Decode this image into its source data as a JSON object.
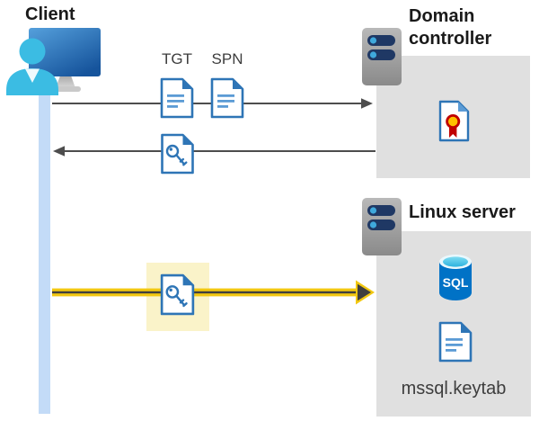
{
  "client": {
    "label": "Client"
  },
  "kdc_exchange": {
    "tgt_label": "TGT",
    "spn_label": "SPN"
  },
  "domain_controller": {
    "label": "Domain controller"
  },
  "linux_server": {
    "label": "Linux server",
    "sql_badge": "SQL",
    "keytab_label": "mssql.keytab"
  },
  "icons": {
    "client_computer": "monitor-icon",
    "client_user": "person-icon",
    "lifeline": "client-lifeline-bar",
    "tgt_document": "text-document-icon",
    "spn_document": "text-document-icon",
    "service_ticket": "key-document-icon",
    "highlighted_ticket": "key-document-icon",
    "domain_controller_server": "server-icon",
    "certificate": "certificate-ribbon-document-icon",
    "linux_server_host": "server-icon",
    "sql_database": "sql-database-cylinder-icon",
    "keytab_document": "text-document-icon",
    "request_arrow": "right-arrow",
    "response_arrow": "left-arrow",
    "connection_arrow": "yellow-highl即arrow-right"
  },
  "colors": {
    "accent_blue": "#2E75B6",
    "doc_line_blue": "#5B9BD5",
    "person_cyan": "#3BBCE3",
    "lifeline_blue": "#C3DBF7",
    "panel_gray": "#E0E0E0",
    "arrow_gray": "#4D4D4D",
    "highlight_fill": "#FAF3C9",
    "arrow_yellow": "#F2C811",
    "server_body_navy": "#1F3864",
    "sql_blue": "#0072C6",
    "cert_red": "#C00000",
    "cert_gold": "#FFC000",
    "text_dark": "#1A1A1A",
    "text_gray": "#3D3D3D"
  }
}
